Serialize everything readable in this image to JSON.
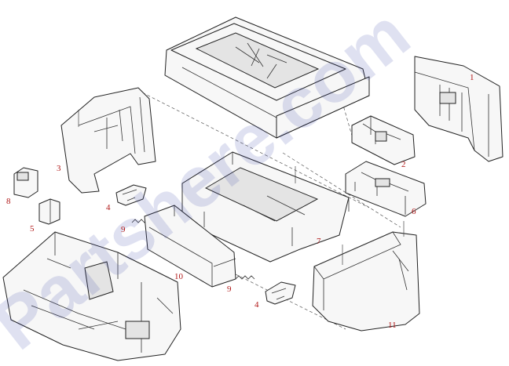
{
  "diagram": {
    "callouts": [
      "1",
      "2",
      "3",
      "4",
      "4",
      "5",
      "6",
      "7",
      "8",
      "9",
      "9",
      "10",
      "11"
    ]
  },
  "watermark": {
    "text": "Partshere.com",
    "color": "#3b47a8"
  },
  "colors": {
    "line": "#222222",
    "callout": "#b01818",
    "background": "#ffffff"
  }
}
